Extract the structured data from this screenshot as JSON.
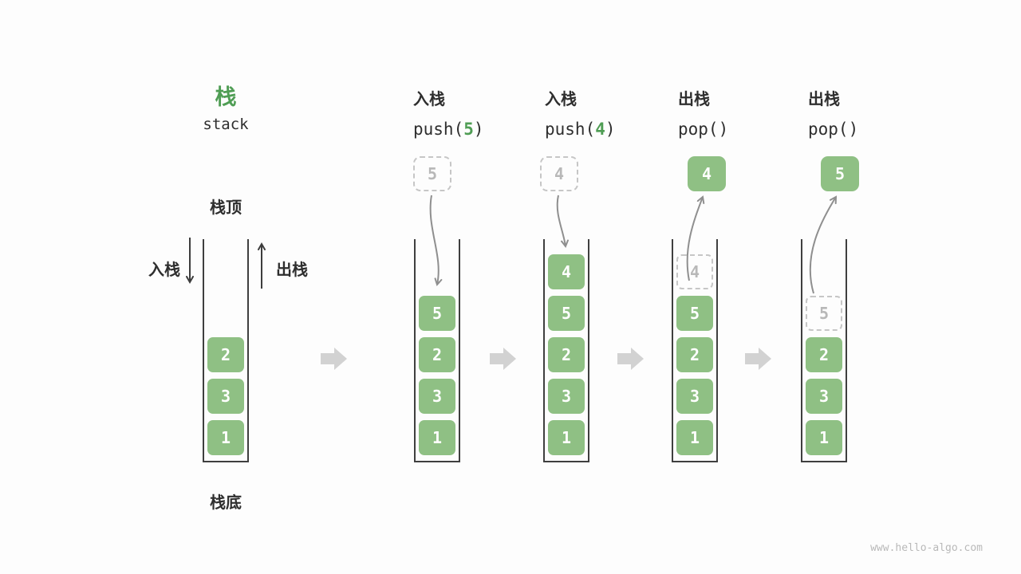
{
  "watermark": "www.hello-algo.com",
  "legend": {
    "title_zh": "栈",
    "title_en": "stack",
    "stack_top_label": "栈顶",
    "stack_bottom_label": "栈底",
    "push_arrow_label": "入栈",
    "pop_arrow_label": "出栈"
  },
  "colors": {
    "block_green": "#8FC084",
    "accent_green": "#4F9D54",
    "dashed_gray": "#C6C6C6",
    "ghost_text": "#B8B8B8",
    "step_arrow_gray": "#D2D2D2",
    "ink": "#2E2E2E"
  },
  "columns": [
    {
      "action": "入栈",
      "code_pre": "push(",
      "code_arg": "5",
      "code_post": ")"
    },
    {
      "action": "入栈",
      "code_pre": "push(",
      "code_arg": "4",
      "code_post": ")"
    },
    {
      "action": "出栈",
      "code_pre": "pop(",
      "code_arg": "",
      "code_post": ")"
    },
    {
      "action": "出栈",
      "code_pre": "pop(",
      "code_arg": "",
      "code_post": ")"
    }
  ],
  "stacks": [
    {
      "blocks": [
        "2",
        "3",
        "1"
      ]
    },
    {
      "floating": "5",
      "blocks": [
        "5",
        "2",
        "3",
        "1"
      ]
    },
    {
      "floating": "4",
      "blocks": [
        "4",
        "5",
        "2",
        "3",
        "1"
      ]
    },
    {
      "floating": "4",
      "ghost": "4",
      "blocks": [
        "5",
        "2",
        "3",
        "1"
      ]
    },
    {
      "floating": "5",
      "ghost": "5",
      "blocks": [
        "2",
        "3",
        "1"
      ]
    }
  ]
}
